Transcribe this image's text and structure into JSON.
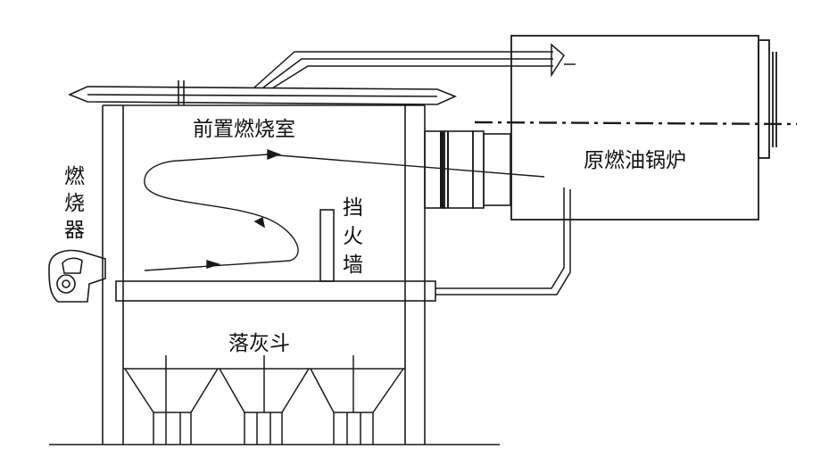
{
  "labels": {
    "pre_chamber": "前置燃烧室",
    "burner": [
      "燃",
      "烧",
      "器"
    ],
    "fire_wall": [
      "挡",
      "火",
      "墙"
    ],
    "ash_hopper": "落灰斗",
    "boiler": "原燃油锅炉"
  },
  "colors": {
    "line": "#1a1a1a",
    "background": "#ffffff"
  }
}
